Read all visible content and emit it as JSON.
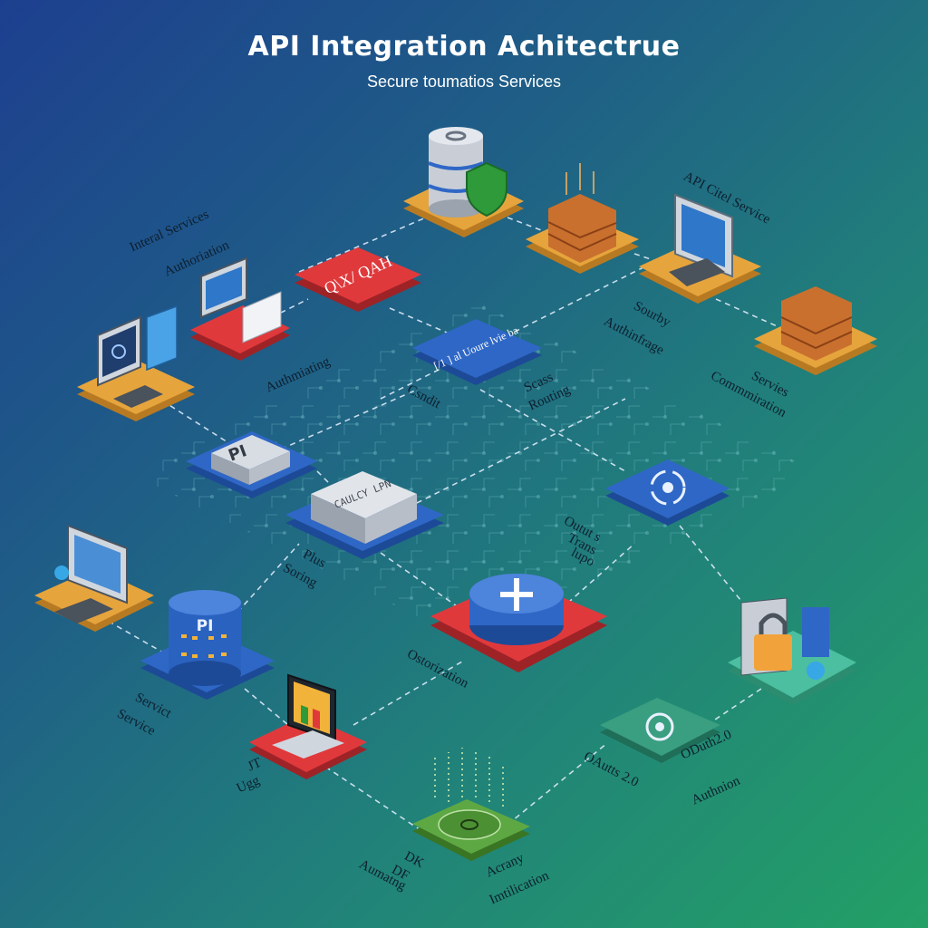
{
  "header": {
    "title": "API Integration Achitectrue",
    "subtitle": "Secure toumatios Services"
  },
  "labels": {
    "internal_services": "Interal Services",
    "authorization": "Authoriation",
    "authmiating": "Authmiating",
    "api_citel_service": "API Citel Service",
    "security": "Sourby",
    "authitrage": "Authinfrage",
    "services": "Servies",
    "communication": "Commmiration",
    "csndit": "Csndit",
    "scass": "Scass",
    "routing": "Routing",
    "outut_trans": "Outut s",
    "trans": "Trans",
    "lupo": "lupo",
    "plus": "Plus",
    "soring": "Soring",
    "orchestration": "Ostorization",
    "servict": "Servict",
    "service": "Service",
    "jt": "JT",
    "ugg": "Ugg",
    "oauth_left": "OAutts 2.0",
    "oauth_right": "ODuth2.0",
    "authnion": "Authnion",
    "dk": "DK",
    "df": "DF",
    "aumatng": "Aumatng",
    "acrany": "Acrany",
    "imtilication": "Imtilication"
  },
  "tiles": {
    "oauth_text": "Q\\X/ QAH",
    "bgw_text": "[/1 ] al Uoure lvie ba",
    "api_small": "PI",
    "db_label": "PI",
    "gateway_text": "CAULCY LPN"
  },
  "colors": {
    "orange_tile": "#e6a43c",
    "red_tile": "#e0393c",
    "blue_tile": "#2f67c6",
    "green_tile": "#5ea844",
    "teal_tile": "#4bbfa0"
  }
}
